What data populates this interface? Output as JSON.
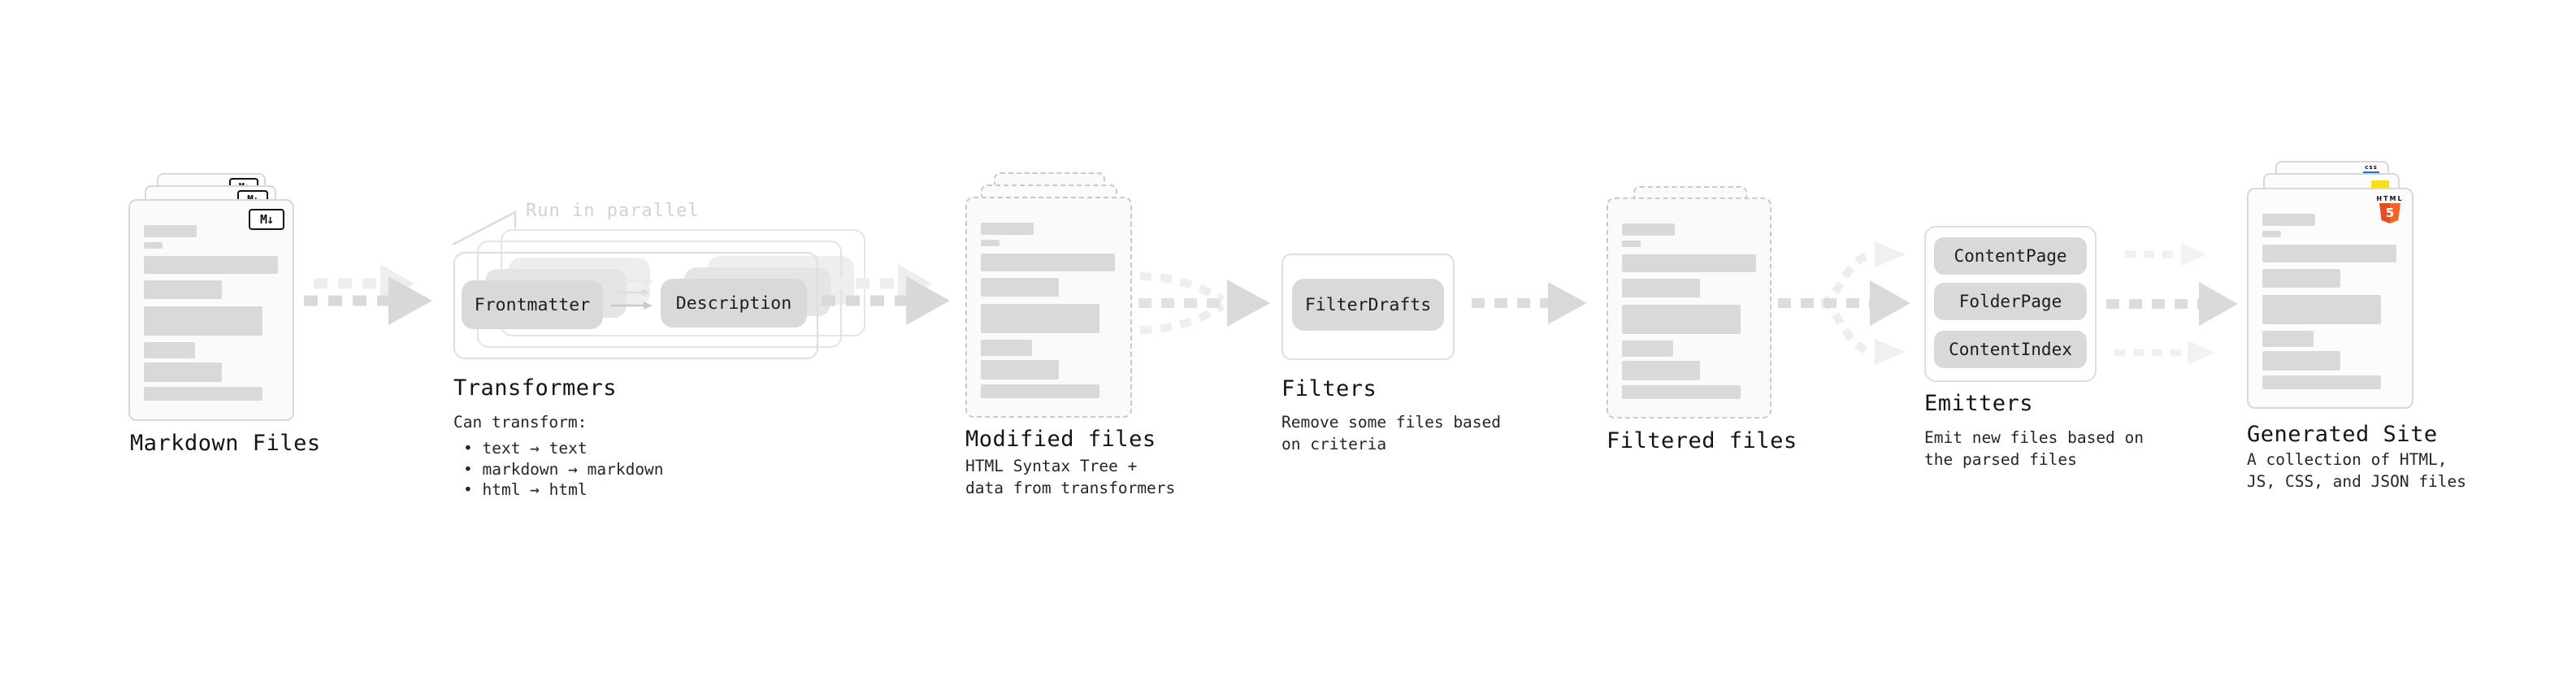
{
  "canvas": {
    "background": "#ffffff"
  },
  "nodes": {
    "markdown_files": {
      "title": "Markdown Files",
      "icon": "markdown-icon",
      "icon_badge": "M↓"
    },
    "transformers": {
      "title": "Transformers",
      "annotation": "Run in parallel",
      "pill_left": "Frontmatter",
      "pill_right": "Description",
      "caption_heading": "Can transform:",
      "bullets": [
        "• text → text",
        "• markdown → markdown",
        "• html → html"
      ]
    },
    "modified_files": {
      "title": "Modified files",
      "caption_lines": [
        "HTML Syntax Tree +",
        "data from transformers"
      ]
    },
    "filters": {
      "title": "Filters",
      "pill": "FilterDrafts",
      "caption_lines": [
        "Remove some files based",
        "on criteria"
      ]
    },
    "filtered_files": {
      "title": "Filtered files"
    },
    "emitters": {
      "title": "Emitters",
      "pills": [
        "ContentPage",
        "FolderPage",
        "ContentIndex"
      ],
      "caption_lines": [
        "Emit new files based on",
        "the parsed files"
      ]
    },
    "generated_site": {
      "title": "Generated Site",
      "caption_lines": [
        "A collection of HTML,",
        "JS, CSS, and JSON files"
      ],
      "icons": [
        "html5-icon",
        "js-icon",
        "css-icon"
      ],
      "html5_wordmark": "HTML",
      "html5_number": "5",
      "css_wordmark": "css"
    }
  },
  "colors": {
    "card_border": "#d8d8d8",
    "dashed_border": "#c9c9c9",
    "placeholder_bar": "#d9d9d9",
    "pill": "#d9d9d9",
    "pill_mid": "#e5e5e5",
    "pill_light": "#eeeeee",
    "arrow_main": "#d9d9d9",
    "arrow_light": "#efefef",
    "annotation_text": "#d2d2d2",
    "text": "#141414",
    "html5_orange": "#e44d26",
    "html5_orange_light": "#f16529",
    "js_yellow": "#f7df1e",
    "css_blue": "#2965f1"
  }
}
